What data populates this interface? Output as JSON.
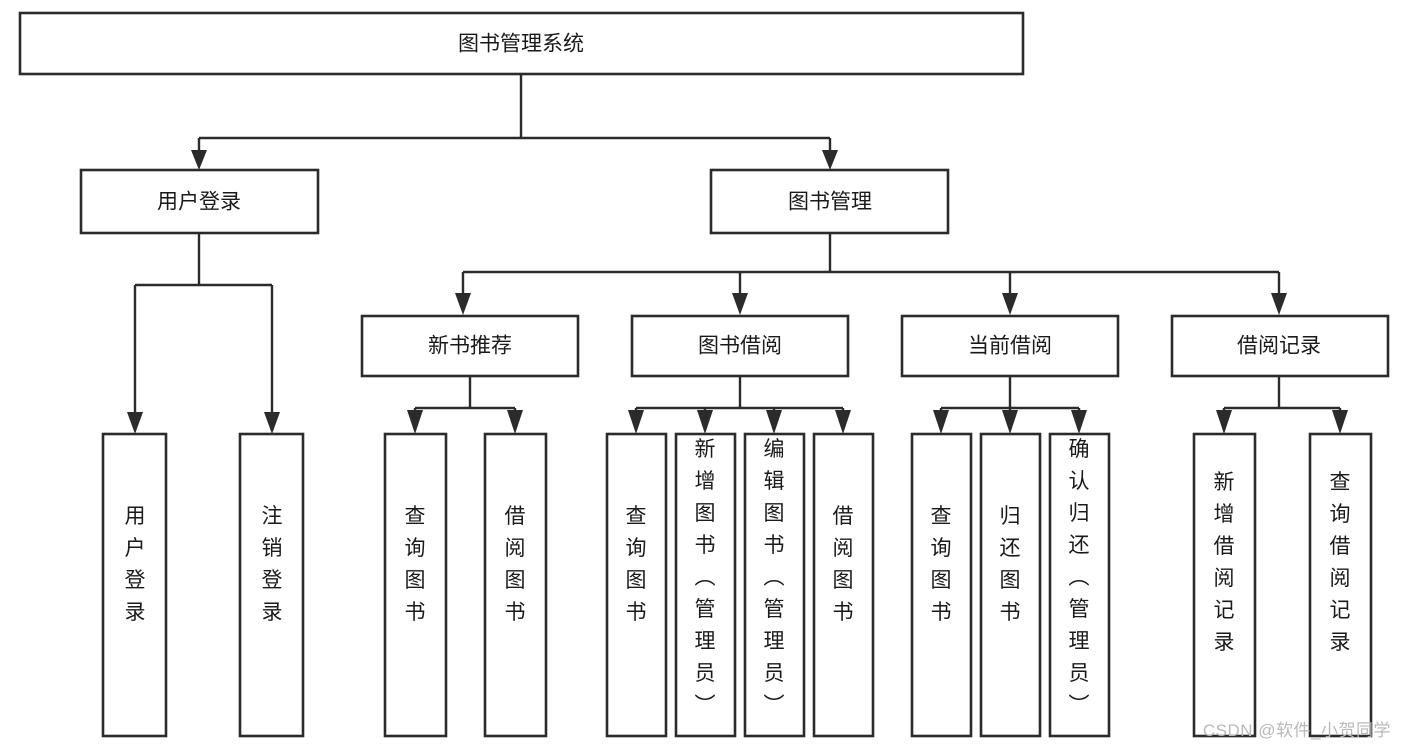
{
  "diagram": {
    "type": "tree-hierarchy-flowchart",
    "title": "图书管理系统",
    "watermark": "CSDN @软件_小贺同学",
    "colors": {
      "background": "#ffffff",
      "box_stroke": "#2b2b2b",
      "box_fill": "#ffffff",
      "text": "#1a1a1a",
      "watermark": "#b9b9b9"
    },
    "levels": {
      "root": {
        "label": "图书管理系统"
      },
      "level2": [
        {
          "label": "用户登录"
        },
        {
          "label": "图书管理"
        }
      ],
      "level3": [
        {
          "label": "新书推荐"
        },
        {
          "label": "图书借阅"
        },
        {
          "label": "当前借阅"
        },
        {
          "label": "借阅记录"
        }
      ],
      "leaves": [
        {
          "label": "用户登录",
          "parent": "用户登录"
        },
        {
          "label": "注销登录",
          "parent": "用户登录"
        },
        {
          "label": "查询图书",
          "parent": "新书推荐"
        },
        {
          "label": "借阅图书",
          "parent": "新书推荐"
        },
        {
          "label": "查询图书",
          "parent": "图书借阅"
        },
        {
          "label": "新增图书（管理员）",
          "parent": "图书借阅"
        },
        {
          "label": "编辑图书（管理员）",
          "parent": "图书借阅"
        },
        {
          "label": "借阅图书",
          "parent": "图书借阅"
        },
        {
          "label": "查询图书",
          "parent": "当前借阅"
        },
        {
          "label": "归还图书",
          "parent": "当前借阅"
        },
        {
          "label": "确认归还（管理员）",
          "parent": "当前借阅"
        },
        {
          "label": "新增借阅记录",
          "parent": "借阅记录"
        },
        {
          "label": "查询借阅记录",
          "parent": "借阅记录"
        }
      ]
    }
  }
}
